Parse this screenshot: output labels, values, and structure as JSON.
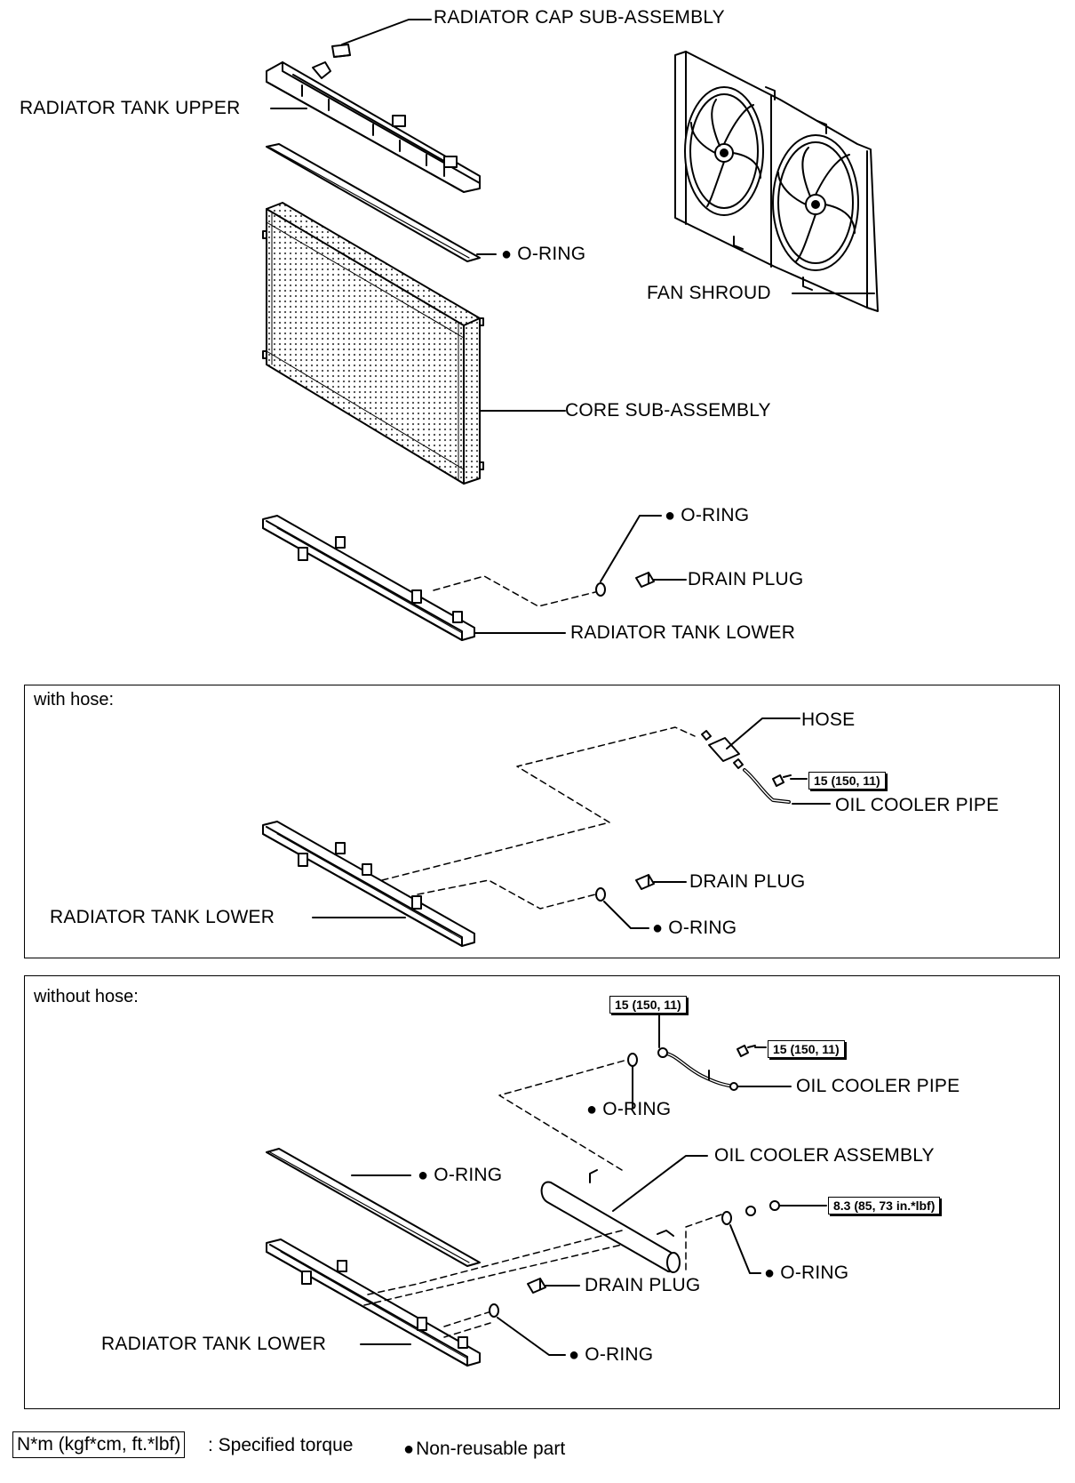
{
  "top": {
    "radiator_cap": "RADIATOR CAP SUB-ASSEMBLY",
    "radiator_tank_upper": "RADIATOR TANK UPPER",
    "o_ring": "O-RING",
    "fan_shroud": "FAN SHROUD",
    "core_sub_assembly": "CORE SUB-ASSEMBLY",
    "o_ring_2": "O-RING",
    "drain_plug": "DRAIN PLUG",
    "radiator_tank_lower": "RADIATOR TANK LOWER"
  },
  "with_hose": {
    "title": "with hose:",
    "hose": "HOSE",
    "torque": "15 (150, 11)",
    "oil_cooler_pipe": "OIL COOLER PIPE",
    "drain_plug": "DRAIN PLUG",
    "radiator_tank_lower": "RADIATOR TANK LOWER",
    "o_ring": "O-RING"
  },
  "without_hose": {
    "title": "without hose:",
    "torque_1": "15 (150, 11)",
    "torque_2": "15 (150, 11)",
    "oil_cooler_pipe": "OIL COOLER PIPE",
    "o_ring_1": "O-RING",
    "oil_cooler_assembly": "OIL COOLER ASSEMBLY",
    "o_ring_2": "O-RING",
    "torque_3": "8.3 (85, 73 in.*lbf)",
    "o_ring_3": "O-RING",
    "drain_plug": "DRAIN PLUG",
    "radiator_tank_lower": "RADIATOR TANK LOWER",
    "o_ring_4": "O-RING"
  },
  "legend": {
    "torque_unit": "N*m (kgf*cm, ft.*lbf)",
    "torque_desc": ": Specified torque",
    "non_reusable": "Non-reusable part"
  }
}
